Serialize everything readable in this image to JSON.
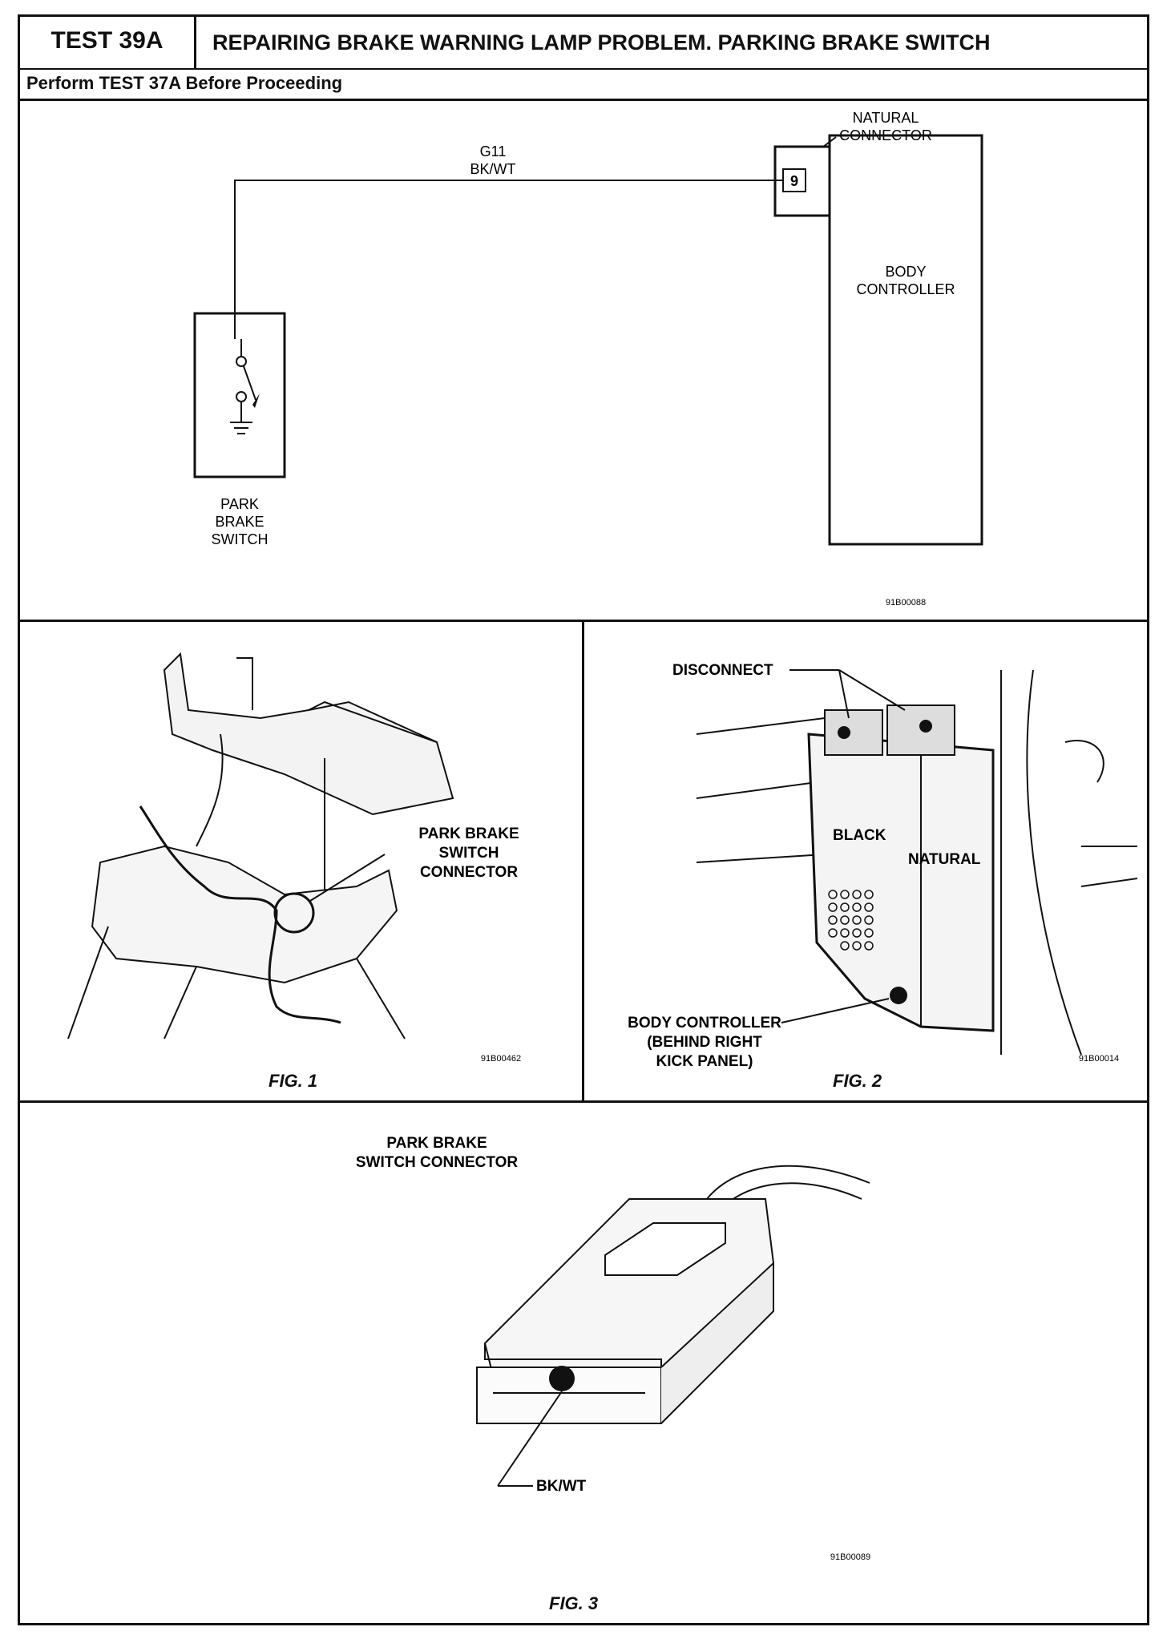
{
  "header": {
    "test_id": "TEST 39A",
    "title": "REPAIRING BRAKE WARNING LAMP PROBLEM. PARKING BRAKE SWITCH",
    "prerequisite": "Perform TEST 37A Before Proceeding"
  },
  "schematic": {
    "connector_label_line1": "NATURAL",
    "connector_label_line2": "CONNECTOR",
    "wire_circuit": "G11",
    "wire_color": "BK/WT",
    "pin": "9",
    "module_line1": "BODY",
    "module_line2": "CONTROLLER",
    "switch_line1": "PARK",
    "switch_line2": "BRAKE",
    "switch_line3": "SWITCH",
    "code": "91B00088"
  },
  "fig1": {
    "callout_line1": "PARK BRAKE",
    "callout_line2": "SWITCH",
    "callout_line3": "CONNECTOR",
    "code": "91B00462",
    "label": "FIG. 1"
  },
  "fig2": {
    "disconnect": "DISCONNECT",
    "black": "BLACK",
    "natural": "NATURAL",
    "bc_line1": "BODY CONTROLLER",
    "bc_line2": "(BEHIND RIGHT",
    "bc_line3": "KICK PANEL)",
    "code": "91B00014",
    "label": "FIG. 2"
  },
  "fig3": {
    "title_line1": "PARK BRAKE",
    "title_line2": "SWITCH CONNECTOR",
    "wire": "BK/WT",
    "code": "91B00089",
    "label": "FIG. 3"
  }
}
